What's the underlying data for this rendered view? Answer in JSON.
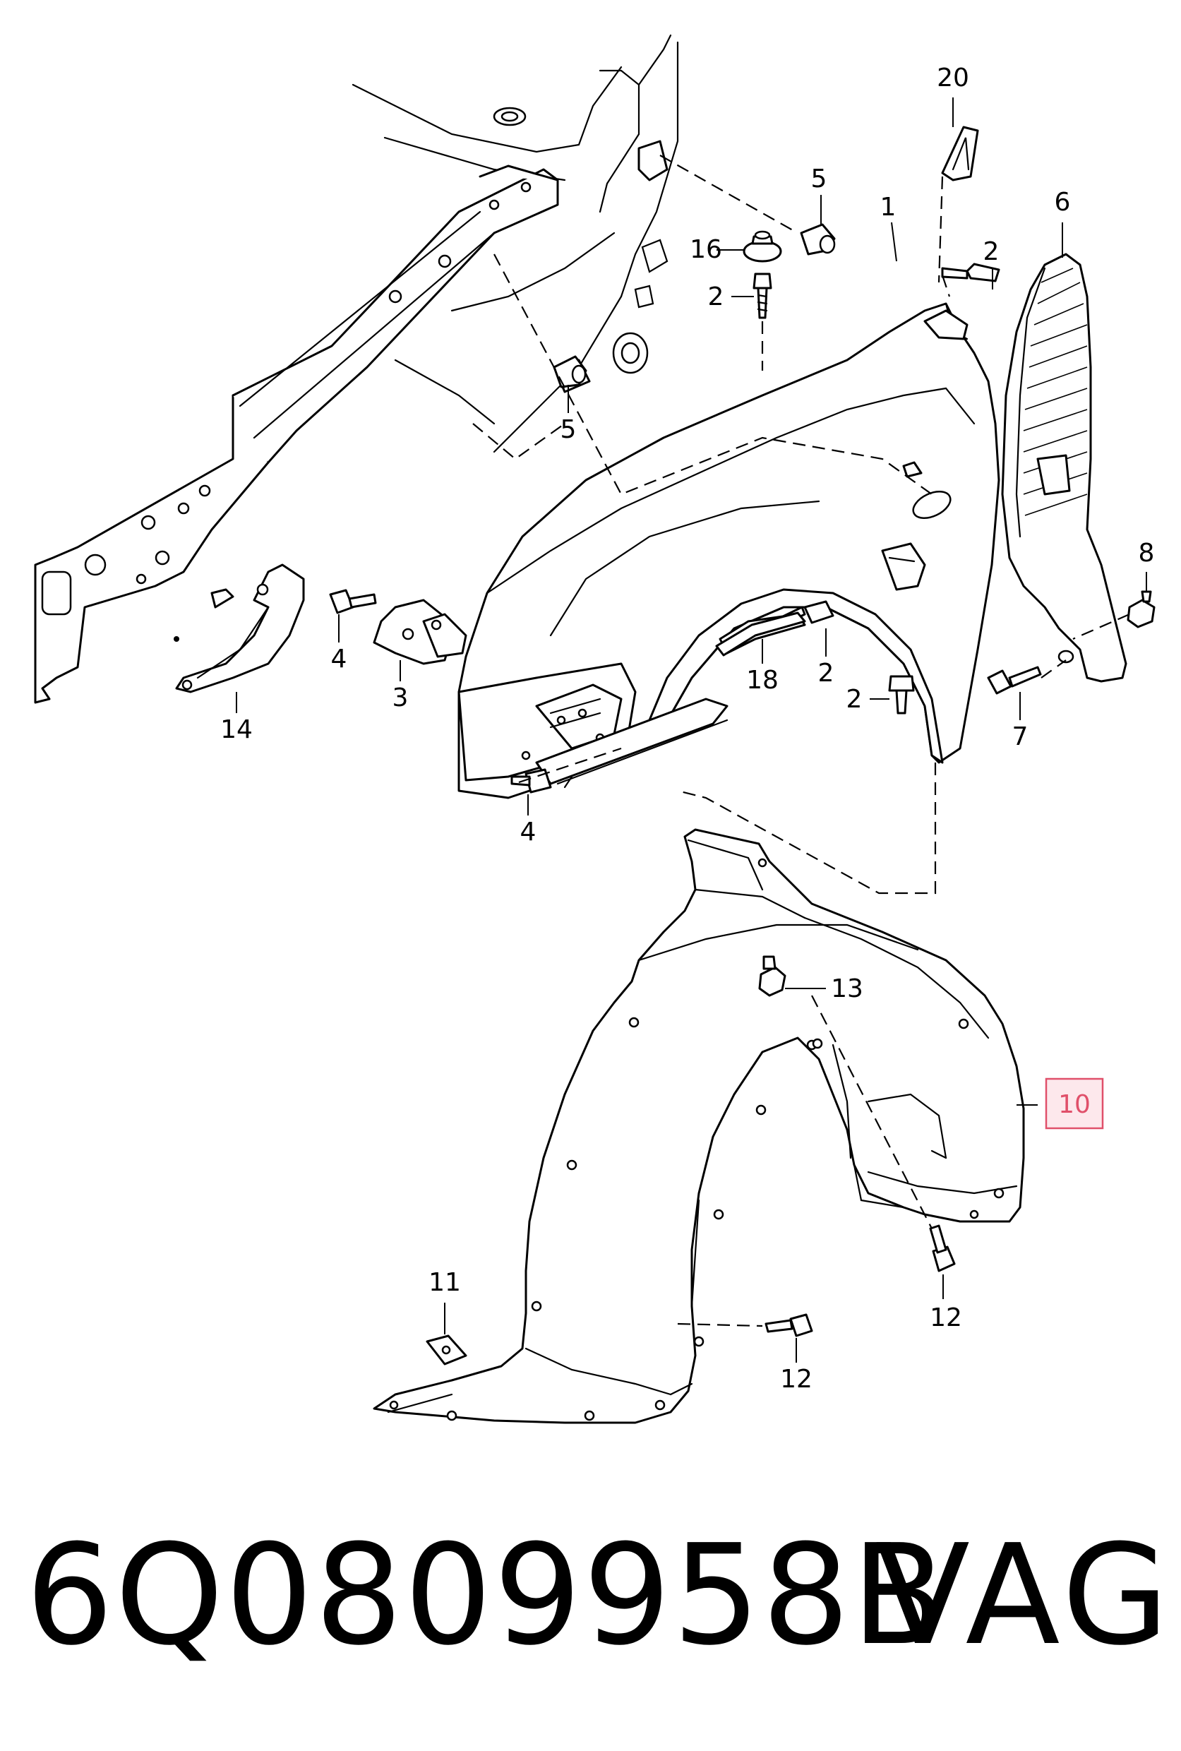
{
  "diagram": {
    "callouts": {
      "c1": "1",
      "c2a": "2",
      "c2b": "2",
      "c2c": "2",
      "c2d": "2",
      "c3": "3",
      "c4a": "4",
      "c4b": "4",
      "c5a": "5",
      "c5b": "5",
      "c6": "6",
      "c7": "7",
      "c8": "8",
      "c10": "10",
      "c11": "11",
      "c12a": "12",
      "c12b": "12",
      "c13": "13",
      "c14": "14",
      "c16": "16",
      "c18": "18",
      "c20": "20"
    },
    "highlight_color": "#e0506a"
  },
  "footer": {
    "part_number": "6Q0809958B",
    "brand": "VAG"
  }
}
